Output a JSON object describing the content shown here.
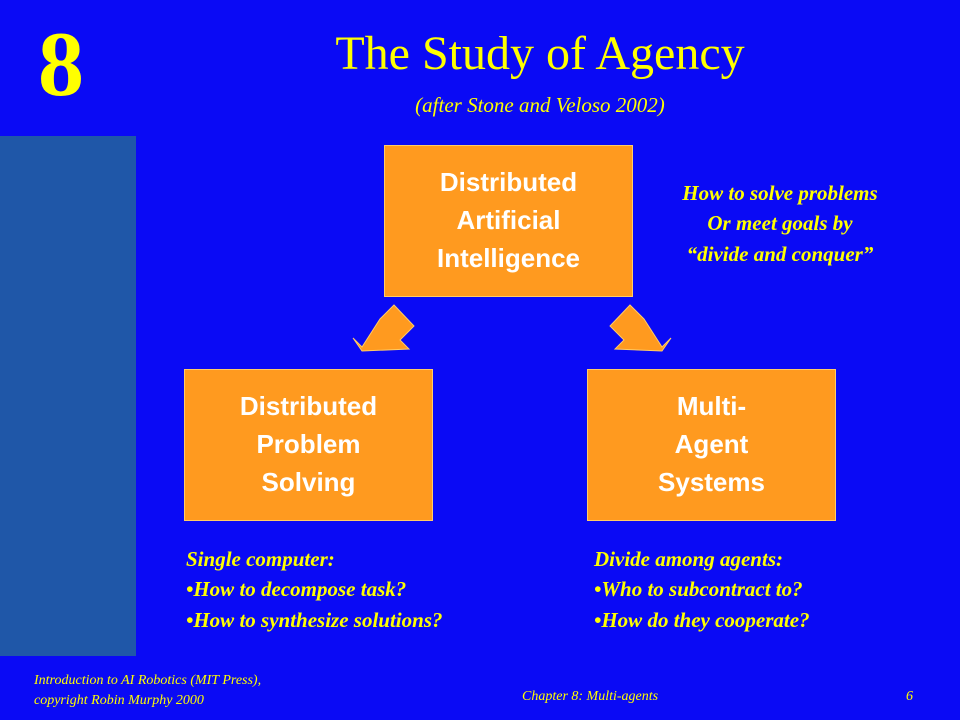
{
  "slide": {
    "chapter_number": "8",
    "title": "The Study of Agency",
    "subtitle": "(after Stone and Veloso 2002)"
  },
  "diagram": {
    "top_box": {
      "lines": [
        "Distributed",
        "Artificial",
        "Intelligence"
      ]
    },
    "top_note": {
      "lines": [
        "How to solve problems",
        "Or meet goals by",
        "“divide and conquer”"
      ]
    },
    "left_box": {
      "lines": [
        "Distributed",
        "Problem",
        "Solving"
      ]
    },
    "right_box": {
      "lines": [
        "Multi-",
        "Agent",
        "Systems"
      ]
    },
    "left_note": {
      "lines": [
        "Single computer:",
        "•How to decompose task?",
        "•How to synthesize solutions?"
      ]
    },
    "right_note": {
      "lines": [
        "Divide among agents:",
        "•Who to subcontract to?",
        "•How do they cooperate?"
      ]
    }
  },
  "footer": {
    "source_lines": [
      "Introduction to AI Robotics (MIT Press),",
      "copyright Robin Murphy 2000"
    ],
    "chapter": "Chapter 8: Multi-agents",
    "page": "6"
  },
  "colors": {
    "background": "#0a0af5",
    "sidebar": "#1f57a8",
    "box_fill": "#ff9a1f",
    "box_text": "#ffffff",
    "accent_text": "#ffff00"
  }
}
